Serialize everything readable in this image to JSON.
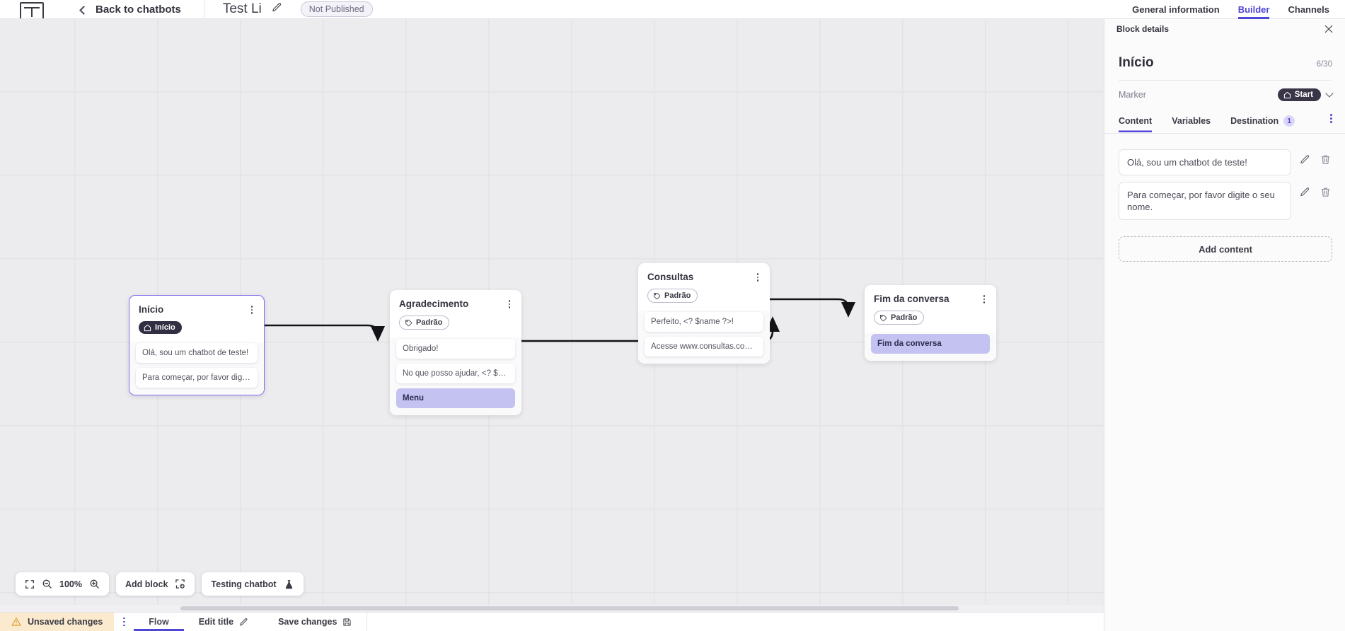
{
  "header": {
    "logo_name": "app-logo",
    "back_label": "Back to chatbots",
    "bot_title": "Test Li",
    "edit_icon": "pencil-icon",
    "status_badge": "Not Published",
    "tabs": [
      {
        "label": "General information",
        "active": false
      },
      {
        "label": "Builder",
        "active": true
      },
      {
        "label": "Channels",
        "active": false
      }
    ]
  },
  "canvas": {
    "blocks": [
      {
        "title": "Início",
        "tag": "Início",
        "tag_type": "start",
        "selected": true,
        "rows": [
          {
            "text": "Olá, sou um chatbot de teste!",
            "highlight": false
          },
          {
            "text": "Para começar, por favor digite o ...",
            "highlight": false
          }
        ]
      },
      {
        "title": "Agradecimento",
        "tag": "Padrão",
        "tag_type": "default",
        "selected": false,
        "rows": [
          {
            "text": "Obrigado!",
            "highlight": false
          },
          {
            "text": "No que posso ajudar, <? $name ...",
            "highlight": false
          },
          {
            "text": "Menu",
            "highlight": true
          }
        ]
      },
      {
        "title": "Consultas",
        "tag": "Padrão",
        "tag_type": "default",
        "selected": false,
        "rows": [
          {
            "text": "Perfeito, <? $name ?>!",
            "highlight": false
          },
          {
            "text": "Acesse www.consultas.com par...",
            "highlight": false
          }
        ]
      },
      {
        "title": "Fim da conversa",
        "tag": "Padrão",
        "tag_type": "default",
        "selected": false,
        "rows": [
          {
            "text": "Fim da conversa",
            "highlight": true
          }
        ]
      }
    ]
  },
  "toolbar": {
    "fit_icon": "fit-screen-icon",
    "zoom_out_icon": "zoom-out-icon",
    "zoom_level": "100%",
    "zoom_in_icon": "zoom-in-icon",
    "add_block_label": "Add block",
    "add_block_icon": "add-block-icon",
    "testing_label": "Testing chatbot",
    "testing_icon": "flask-icon"
  },
  "statusbar": {
    "unsaved_label": "Unsaved changes",
    "warning_icon": "warning-triangle-icon",
    "kebab_icon": "more-options-icon",
    "flow_label": "Flow",
    "edit_title_label": "Edit title",
    "edit_title_icon": "pencil-icon",
    "save_label": "Save changes",
    "save_icon": "save-disk-icon"
  },
  "panel": {
    "header_title": "Block details",
    "close_icon": "close-icon",
    "block_name": "Início",
    "char_count": "6/30",
    "marker_label": "Marker",
    "marker_value": "Start",
    "marker_icon": "home-icon",
    "marker_chevron": "chevron-down-icon",
    "tabs": [
      {
        "label": "Content",
        "badge": null,
        "active": true
      },
      {
        "label": "Variables",
        "badge": null,
        "active": false
      },
      {
        "label": "Destination",
        "badge": "1",
        "active": false
      }
    ],
    "tabs_kebab": "more-options-icon",
    "content_items": [
      {
        "text": "Olá, sou um chatbot de teste!",
        "edit_icon": "pencil-icon",
        "delete_icon": "trash-icon"
      },
      {
        "text": "Para começar, por favor digite o seu nome.",
        "edit_icon": "pencil-icon",
        "delete_icon": "trash-icon"
      }
    ],
    "add_content_label": "Add content"
  },
  "colors": {
    "accent": "#4f46d6",
    "highlight_row": "#c3c2f0",
    "warning_bg": "#fbeacd",
    "canvas_bg": "#ececee",
    "marker_dark": "#3a3648"
  }
}
